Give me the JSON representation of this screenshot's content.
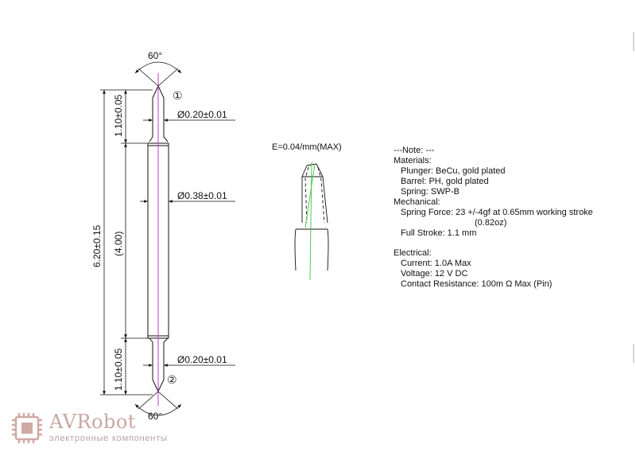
{
  "drawing": {
    "angle_top": "60°",
    "angle_bottom": "60°",
    "callout_1": "①",
    "callout_2": "②",
    "dim_total": "6.20±0.15",
    "dim_top": "1.10±0.05",
    "dim_mid": "(4.00)",
    "dim_bottom": "1.10±0.05",
    "dia_top": "Ø0.20±0.01",
    "dia_mid": "Ø0.38±0.01",
    "dia_bottom": "Ø0.20±0.01",
    "eccentricity": "E=0.04/mm(MAX)"
  },
  "notes": {
    "header": "---Note: ---",
    "materials_title": "Materials:",
    "plunger": "Plunger: BeCu, gold plated",
    "barrel": "Barrel: PH, gold plated",
    "spring": "Spring: SWP-B",
    "mechanical_title": "Mechanical:",
    "spring_force": "Spring Force: 23 +/-4gf at 0.65mm working stroke",
    "spring_force_oz": "(0.82oz)",
    "full_stroke": "Full Stroke: 1.1 mm",
    "electrical_title": "Electrical:",
    "current": "Current: 1.0A Max",
    "voltage": "Voltage: 12 V DC",
    "resistance": "Contact Resistance: 100m Ω Max (Pin)"
  },
  "logo": {
    "name": "AVRobot",
    "tagline": "электронные компоненты"
  },
  "colors": {
    "line": "#111111",
    "center_line": "#c03fc0",
    "green_line": "#3cc43c",
    "logo": "#c9a7a2"
  }
}
